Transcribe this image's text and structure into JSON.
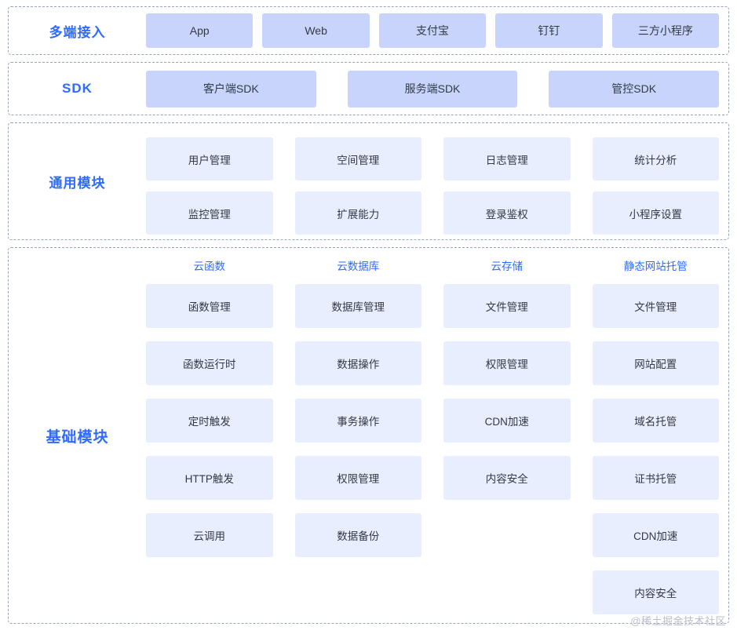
{
  "bands": {
    "terminal": {
      "label": "多端接入",
      "items": [
        "App",
        "Web",
        "支付宝",
        "钉钉",
        "三方小程序"
      ]
    },
    "sdk": {
      "label": "SDK",
      "items": [
        "客户端SDK",
        "服务端SDK",
        "管控SDK"
      ]
    },
    "common": {
      "label": "通用模块",
      "items": [
        "用户管理",
        "空间管理",
        "日志管理",
        "统计分析",
        "监控管理",
        "扩展能力",
        "登录鉴权",
        "小程序设置"
      ]
    },
    "base": {
      "label": "基础模块",
      "columns": [
        {
          "title": "云函数",
          "items": [
            "函数管理",
            "函数运行时",
            "定时触发",
            "HTTP触发",
            "云调用"
          ]
        },
        {
          "title": "云数据库",
          "items": [
            "数据库管理",
            "数据操作",
            "事务操作",
            "权限管理",
            "数据备份"
          ]
        },
        {
          "title": "云存储",
          "items": [
            "文件管理",
            "权限管理",
            "CDN加速",
            "内容安全"
          ]
        },
        {
          "title": "静态网站托管",
          "items": [
            "文件管理",
            "网站配置",
            "域名托管",
            "证书托管",
            "CDN加速",
            "内容安全"
          ]
        }
      ]
    }
  },
  "watermark": "@稀土掘金技术社区",
  "colors": {
    "accent": "#2f6bff",
    "cell_dark": "#c8d4fb",
    "cell_light": "#e8eefd",
    "border_dashed": "#9aa4b8"
  }
}
